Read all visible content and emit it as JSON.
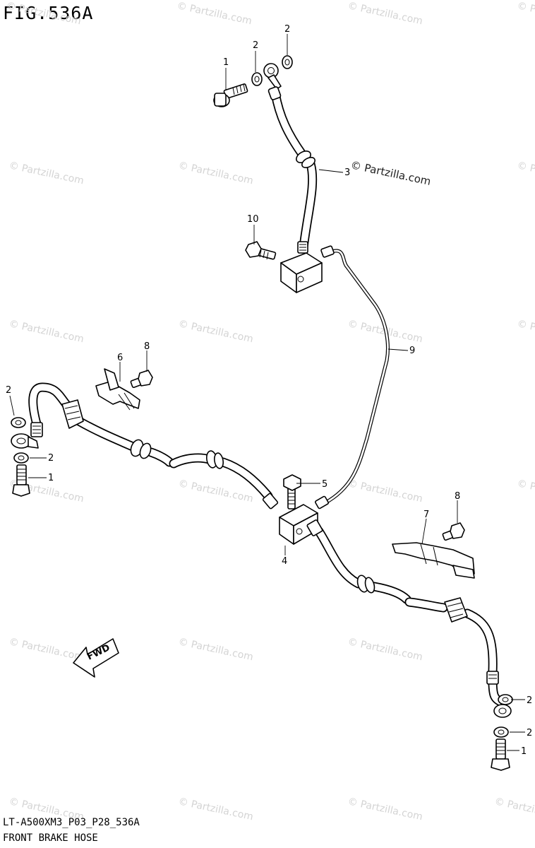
{
  "figure": {
    "title": "FIG.536A",
    "model_code": "LT-A500XM3_P03_P28_536A",
    "caption": "FRONT BRAKE HOSE"
  },
  "watermark": {
    "text": "© Partzilla.com",
    "prominent_text": "© Partzilla.com"
  },
  "direction_label": "FWD",
  "callouts": {
    "c1_top": "1",
    "c2_top_left": "2",
    "c2_top_right": "2",
    "c3": "3",
    "c10": "10",
    "c9": "9",
    "c6": "6",
    "c8_left": "8",
    "c2_left_upper": "2",
    "c2_left_lower": "2",
    "c1_left": "1",
    "c5": "5",
    "c4": "4",
    "c7": "7",
    "c8_right": "8",
    "c2_right_upper": "2",
    "c2_right_lower": "2",
    "c1_right": "1"
  },
  "colors": {
    "line": "#000000",
    "watermark": "#d4d4d4",
    "background": "#ffffff"
  }
}
